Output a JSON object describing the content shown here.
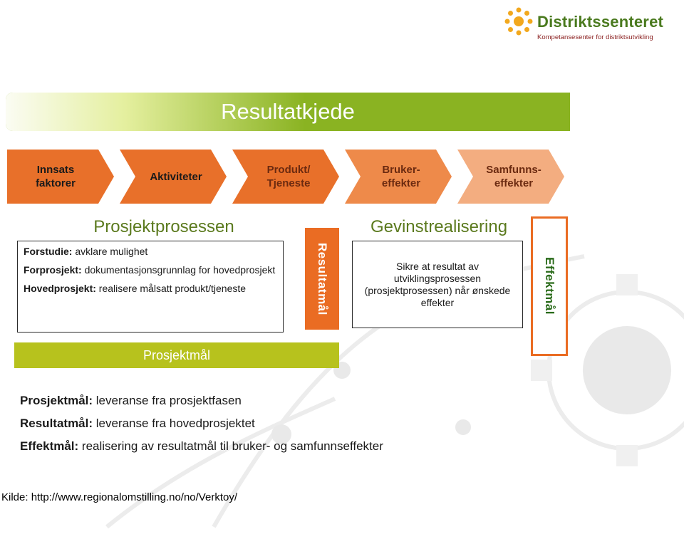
{
  "logo": {
    "name": "Distriktssenteret",
    "tagline": "Kompetansesenter for distriktsutvikling"
  },
  "title": "Resultatkjede",
  "chain": [
    {
      "label": "Innsats\nfaktorer",
      "color": "#e8702a",
      "text_color": "#1a1a1a"
    },
    {
      "label": "Aktiviteter",
      "color": "#e8702a",
      "text_color": "#1a1a1a"
    },
    {
      "label": "Produkt/\nTjeneste",
      "color": "#e8702a",
      "text_color": "#6b2a10"
    },
    {
      "label": "Bruker-\neffekter",
      "color": "#ee8a4a",
      "text_color": "#6b2a10"
    },
    {
      "label": "Samfunns-\neffekter",
      "color": "#f3ad80",
      "text_color": "#6b2a10"
    }
  ],
  "prosjektprosessen": {
    "heading": "Prosjektprosessen",
    "items": [
      {
        "term": "Forstudie:",
        "desc": " avklare mulighet"
      },
      {
        "term": "Forprosjekt:",
        "desc": " dokumentasjonsgrunnlag for hovedprosjekt"
      },
      {
        "term": "Hovedprosjekt:",
        "desc": " realisere målsatt produkt/tjeneste"
      }
    ]
  },
  "resultatmal_label": "Resultatmål",
  "gevinst": {
    "heading": "Gevinstrealisering",
    "text": "Sikre at resultat av utviklingsprosessen (prosjektprosessen) når ønskede effekter"
  },
  "effektmal_label": "Effektmål",
  "prosjektmal_label": "Prosjektmål",
  "definitions": [
    {
      "term": "Prosjektmål:",
      "desc": " leveranse fra prosjektfasen"
    },
    {
      "term": "Resultatmål:",
      "desc": " leveranse fra hovedprosjektet"
    },
    {
      "term": "Effektmål:",
      "desc": " realisering av resultatmål til bruker- og samfunnseffekter"
    }
  ],
  "source": "Kilde: http://www.regionalomstilling.no/no/Verktoy/",
  "colors": {
    "green": "#8ab322",
    "orange": "#ea6c23",
    "lime": "#b7c21d",
    "logo_sun": "#f2a81d"
  }
}
